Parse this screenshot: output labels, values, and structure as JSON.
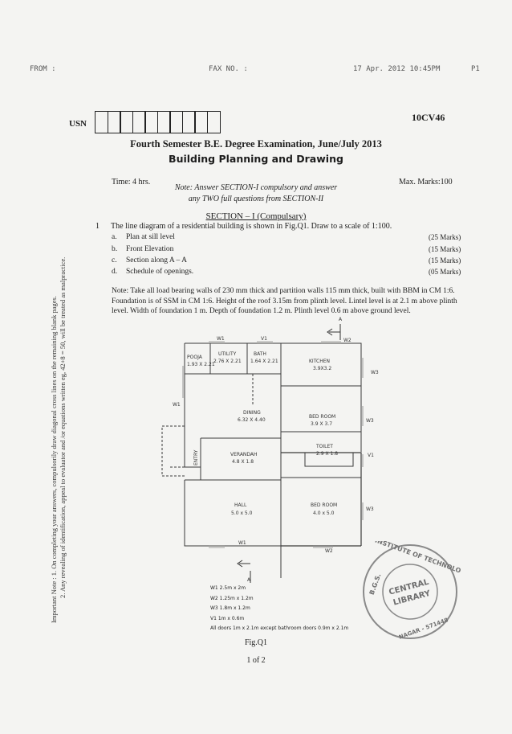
{
  "fax_header": {
    "from": "FROM :",
    "fax_no": "FAX NO. :",
    "datetime": "17 Apr. 2012 10:45PM",
    "page": "P1"
  },
  "usn": {
    "label": "USN",
    "boxes": 10
  },
  "paper_code": "10CV46",
  "exam_title": "Fourth Semester B.E. Degree Examination, June/July 2013",
  "subject": "Building Planning and Drawing",
  "time": "Time: 4 hrs.",
  "max_marks": "Max. Marks:100",
  "note_line1": "Note: Answer SECTION-I compulsory and answer",
  "note_line2": "any TWO full questions from SECTION-II",
  "section_heading": "SECTION – I (Compulsary)",
  "question": {
    "number": "1",
    "text": "The line diagram of a residential building is shown in Fig.Q1. Draw to a scale of 1:100.",
    "items": [
      {
        "label": "a.",
        "text": "Plan at sill level",
        "marks": "(25 Marks)"
      },
      {
        "label": "b.",
        "text": "Front Elevation",
        "marks": "(15 Marks)"
      },
      {
        "label": "c.",
        "text": "Section along A – A",
        "marks": "(15 Marks)"
      },
      {
        "label": "d.",
        "text": "Schedule of openings.",
        "marks": "(05 Marks)"
      }
    ],
    "note": "Note: Take all load bearing walls of 230 mm thick and partition walls 115 mm thick, built with BBM in CM 1:6. Foundation is of SSM in CM 1:6. Height of the roof 3.15m from plinth level. Lintel level is at 2.1 m above plinth level. Width of foundation 1 m. Depth of foundation 1.2 m. Plinth level 0.6 m above ground level."
  },
  "side_note": {
    "line1": "Important Note : 1. On completing your answers, compulsorily draw diagonal cross lines on the remaining blank pages.",
    "line2": "2. Any revealing of identification, appeal to evaluator and /or equations written eg, 42+8 = 50, will be treated as malpractice."
  },
  "plan_labels": {
    "pooja": "POOJA",
    "pooja_size": "1.93 X 2.21",
    "utility": "UTILITY",
    "utility_size": "2.76 X 2.21",
    "bath": "BATH",
    "bath_size": "1.64 X 2.21",
    "kitchen": "KITCHEN",
    "kitchen_size": "3.9X3.2",
    "dining": "DINING",
    "dining_size": "6.32 X 4.40",
    "bedroom1": "BED ROOM",
    "bedroom1_size": "3.9 X 3.7",
    "verandah": "VERANDAH",
    "verandah_size": "4.8 X 1.8",
    "entry": "ENTRY",
    "toilet": "TOILET",
    "toilet_size": "2.9 X 1.8",
    "hall": "HALL",
    "hall_size": "5.0 x 5.0",
    "bedroom2": "BED ROOM",
    "bedroom2_size": "4.0 x 5.0",
    "w1": "W1",
    "w2": "W2",
    "w3": "W3",
    "v1": "V1",
    "section_mark": "A"
  },
  "legend": [
    "W1  2.5m x 2m",
    "W2  1.25m x 1.2m",
    "W3  1.8m x 1.2m",
    "V1  1m x 0.6m",
    "All doors 1m x 2.1m except bathroom doors 0.9m x 2.1m"
  ],
  "figure_label": "Fig.Q1",
  "page_number": "1 of 2",
  "stamp": {
    "top": "INSTITUTE OF TECHNOLOGY",
    "center1": "CENTRAL",
    "center2": "LIBRARY",
    "bottom": "NAGAR - 571448",
    "left": "B.G.S."
  }
}
